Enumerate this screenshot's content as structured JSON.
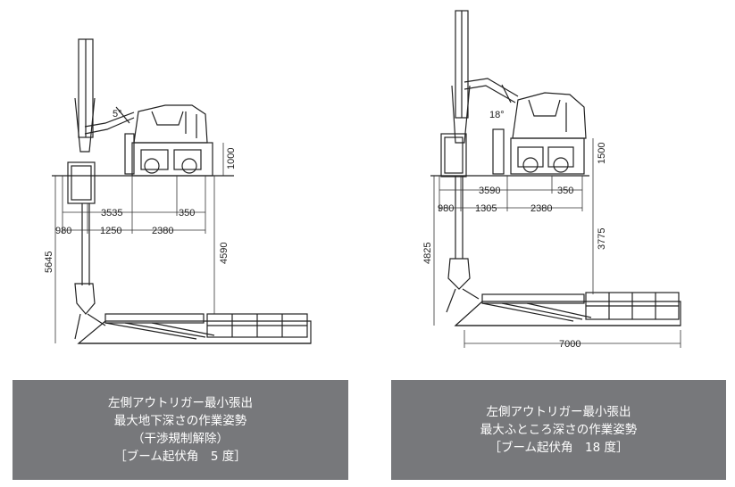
{
  "diagrams": [
    {
      "boom_angle_label": "5°",
      "dimensions": {
        "outrigger_height": "1000",
        "span_total": "3535",
        "span_center": "350",
        "offset_a": "980",
        "offset_b": "1250",
        "offset_c": "2380",
        "depth_total": "5645",
        "depth_platform": "4590"
      },
      "caption_lines": [
        "左側アウトリガー最小張出",
        "最大地下深さの作業姿勢",
        "（干渉規制解除）",
        "［ブーム起伏角　5 度］"
      ]
    },
    {
      "boom_angle_label": "18°",
      "dimensions": {
        "outrigger_height": "1500",
        "span_total": "3590",
        "span_center": "350",
        "offset_a": "980",
        "offset_b": "1305",
        "offset_c": "2380",
        "depth_total": "4825",
        "depth_platform": "3775",
        "platform_width": "7000"
      },
      "caption_lines": [
        "左側アウトリガー最小張出",
        "最大ふところ深さの作業姿勢",
        "［ブーム起伏角　18 度］"
      ]
    }
  ]
}
